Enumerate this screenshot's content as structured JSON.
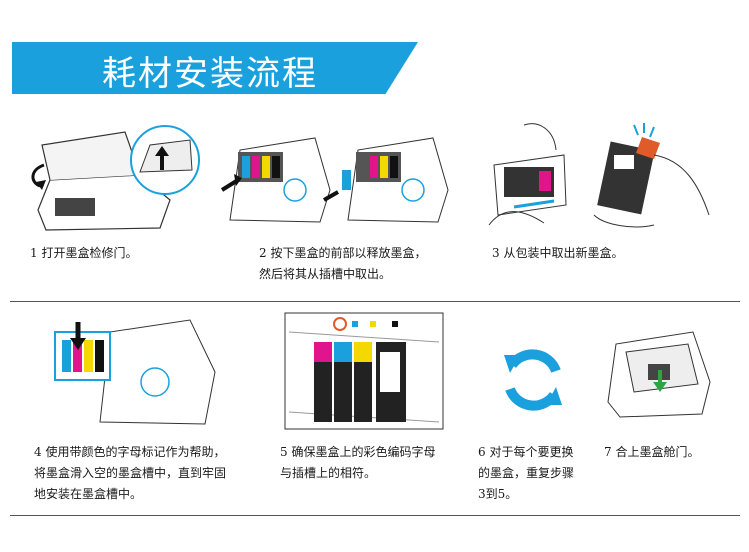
{
  "title": "耗材安装流程",
  "step1": {
    "line1": "1 打开墨盒检修门。"
  },
  "step2": {
    "line1": "2 按下墨盒的前部以释放墨盒，",
    "line2": "然后将其从插槽中取出。"
  },
  "step3": {
    "line1": "3 从包装中取出新墨盒。"
  },
  "step4": {
    "line1": "4 使用带颜色的字母标记作为帮助，",
    "line2": "将墨盒滑入空的墨盒槽中，直到牢固",
    "line3": "地安装在墨盒槽中。"
  },
  "step5": {
    "line1": "5 确保墨盒上的彩色编码字母",
    "line2": "与插槽上的相符。"
  },
  "step6": {
    "line1": "6 对于每个要更换",
    "line2": "的墨盒，重复步骤",
    "line3": "3到5。"
  },
  "step7": {
    "line1": "7 合上墨盒舱门。"
  },
  "colors": {
    "banner": "#1aa0dc",
    "cyan": "#1aa0dc",
    "magenta": "#e0148c",
    "yellow": "#f5d800",
    "black": "#1a1a1a"
  },
  "icons": [
    "printer-open-icon",
    "cartridge-remove-icon",
    "cartridge-unpack-icon",
    "cartridge-insert-icon",
    "cartridge-slot-icon",
    "repeat-cycle-icon",
    "printer-close-icon"
  ]
}
